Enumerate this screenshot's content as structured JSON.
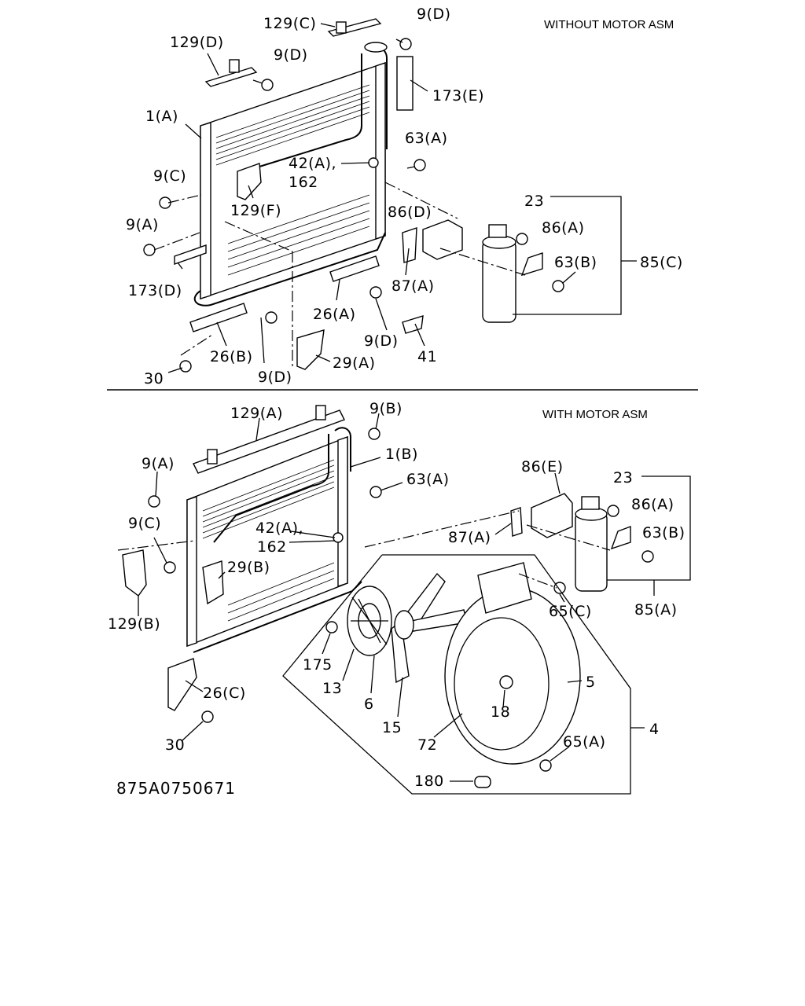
{
  "sections": {
    "top_title": "WITHOUT MOTOR ASM",
    "bottom_title": "WITH MOTOR ASM"
  },
  "diagram_code": "875A0750671",
  "callouts": {
    "top": {
      "c129C": "129(C)",
      "c9D_a": "9(D)",
      "c129D": "129(D)",
      "c9D_b": "9(D)",
      "c173E": "173(E)",
      "c1A": "1(A)",
      "c63A": "63(A)",
      "c42A": "42(A),",
      "c162": "162",
      "c9C": "9(C)",
      "c129F": "129(F)",
      "c23": "23",
      "c86D": "86(D)",
      "c86A": "86(A)",
      "c9A": "9(A)",
      "c63B": "63(B)",
      "c85C": "85(C)",
      "c173D": "173(D)",
      "c87A": "87(A)",
      "c26A": "26(A)",
      "c9D_c": "9(D)",
      "c26B": "26(B)",
      "c41": "41",
      "c29A": "29(A)",
      "c30": "30",
      "c9D_d": "9(D)"
    },
    "bottom": {
      "c129A": "129(A)",
      "c9B": "9(B)",
      "c1B": "1(B)",
      "c9A": "9(A)",
      "c63A": "63(A)",
      "c86E": "86(E)",
      "c23": "23",
      "c9C": "9(C)",
      "c42A": "42(A),",
      "c86A": "86(A)",
      "c162": "162",
      "c87A": "87(A)",
      "c63B": "63(B)",
      "c29B": "29(B)",
      "c65C": "65(C)",
      "c85A": "85(A)",
      "c129B": "129(B)",
      "c175": "175",
      "c5": "5",
      "c13": "13",
      "c26C": "26(C)",
      "c6": "6",
      "c18": "18",
      "c4": "4",
      "c15": "15",
      "c65A": "65(A)",
      "c72": "72",
      "c30": "30",
      "c180": "180"
    }
  }
}
